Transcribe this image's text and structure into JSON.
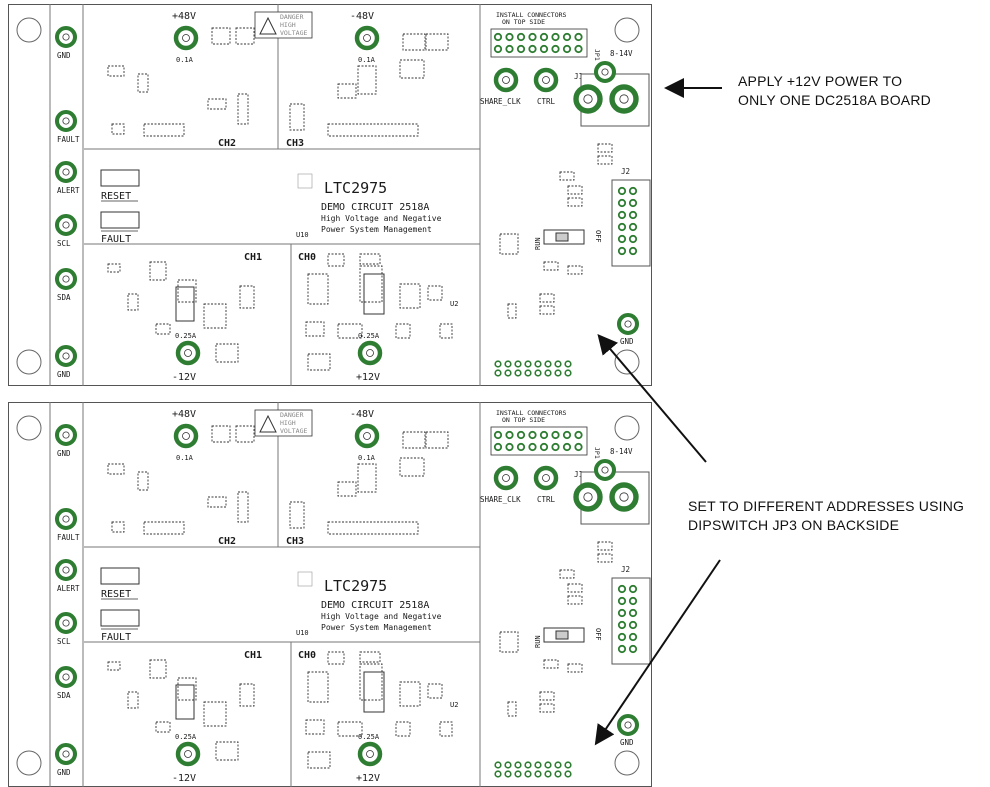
{
  "annotations": {
    "power": [
      "APPLY +12V POWER TO",
      "ONLY ONE DC2518A  BOARD"
    ],
    "address": [
      "SET TO DIFFERENT ADDRESSES USING",
      "DIPSWITCH JP3 ON BACKSIDE"
    ]
  },
  "board": {
    "left_pins": [
      "GND",
      "FAULT",
      "ALERT",
      "SCL",
      "SDA",
      "GND"
    ],
    "top_pins": [
      "+48V",
      "-48V"
    ],
    "bottom_pins": [
      "-12V",
      "+12V"
    ],
    "danger": [
      "DANGER",
      "HIGH",
      "VOLTAGE"
    ],
    "install": [
      "INSTALL CONNECTORS",
      "ON TOP SIDE"
    ],
    "jp1": "JP1",
    "share_clk": "SHARE_CLK",
    "ctrl": "CTRL",
    "supply": "8-14V",
    "j1": "J1",
    "j2": "J2",
    "reset": "RESET",
    "fault_btn": "FAULT",
    "chip": "LTC2975",
    "subtitle": "DEMO CIRCUIT 2518A",
    "desc1": "High Voltage and Negative",
    "desc2": "Power System Management",
    "u10": "U10",
    "ch2": "CH2",
    "ch3": "CH3",
    "ch1": "CH1",
    "ch0": "CH0",
    "i_top_left": "0.1A",
    "i_top_right": "0.1A",
    "i_bot_left": "0.25A",
    "i_bot_right": "0.25A",
    "run": "RUN",
    "off": "OFF",
    "right_gnd": "GND",
    "u2": "U2"
  },
  "colors": {
    "silk": "#1a1a1a",
    "pad_ring": "#2e7d32",
    "pad_fill": "#ffffff",
    "board_edge": "#555555"
  }
}
